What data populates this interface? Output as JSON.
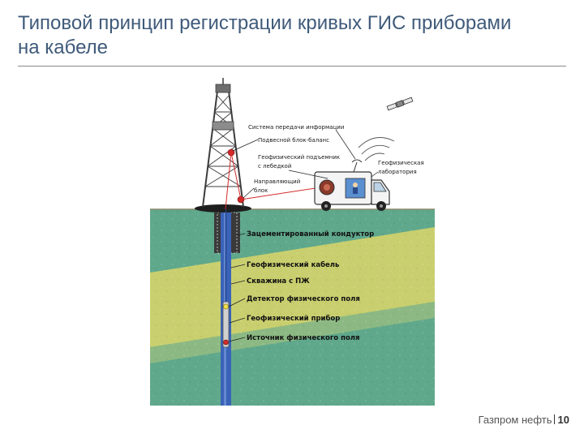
{
  "slide": {
    "title_line1": "Типовой принцип регистрации кривых ГИС приборами",
    "title_line2": "на кабеле",
    "footer_company": "Газпром нефть",
    "footer_page": "10"
  },
  "diagram": {
    "surface_labels": {
      "info_system": "Система передачи информации",
      "suspended_block": "Подвесной блок-баланс",
      "hoist_line1": "Геофизический подъемник",
      "hoist_line2": "с лебедкой",
      "guide_line1": "Направляющий",
      "guide_line2": "блок",
      "lab_line1": "Геофизическая",
      "lab_line2": "лаборатория"
    },
    "well_labels": {
      "conductor": "Зацементированный кондуктор",
      "cable": "Геофизический кабель",
      "borehole": "Скважина с ПЖ",
      "detector": "Детектор физического поля",
      "tool": "Геофизический прибор",
      "source": "Источник физического поля"
    },
    "colors": {
      "soil_green": "#5fa88c",
      "soil_yellow": "#c9cf6e",
      "borehole_blue": "#3a63b8",
      "cable_red": "#d42a2a"
    }
  }
}
